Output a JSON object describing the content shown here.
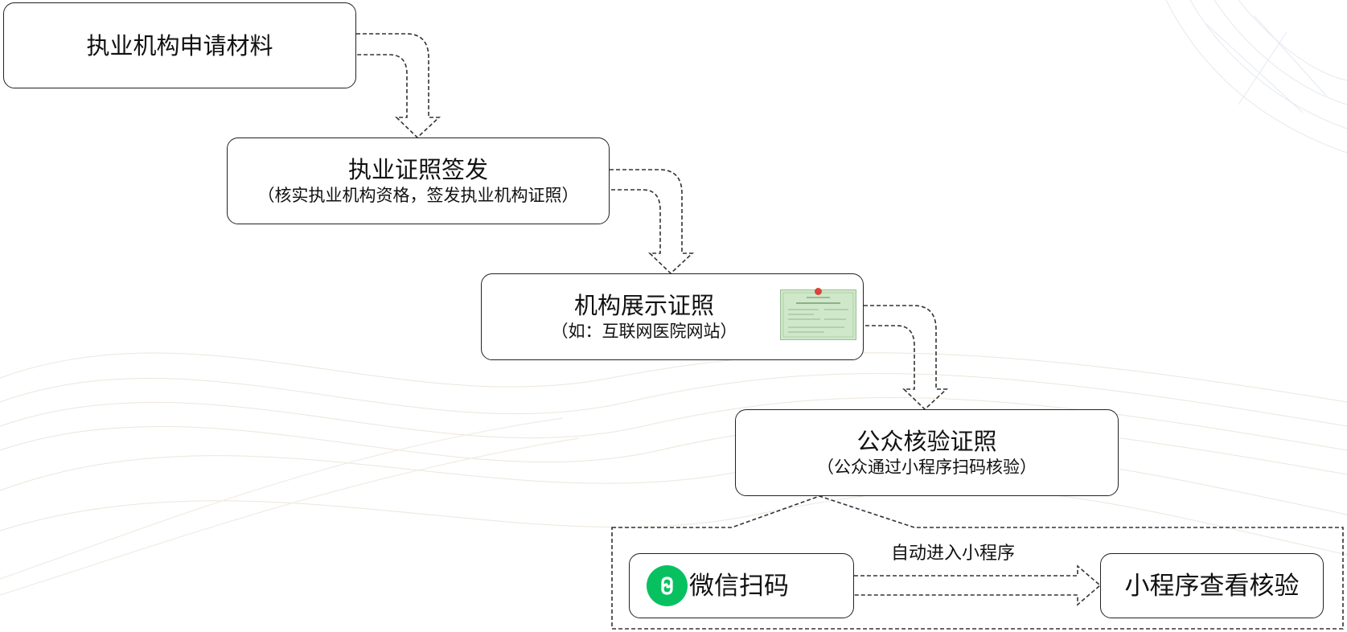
{
  "nodes": {
    "apply": {
      "title": "执业机构申请材料"
    },
    "issue": {
      "title": "执业证照签发",
      "subtitle": "（核实执业机构资格，签发执业机构证照）"
    },
    "display": {
      "title": "机构展示证照",
      "subtitle": "（如：互联网医院网站）"
    },
    "verify": {
      "title": "公众核验证照",
      "subtitle": "（公众通过小程序扫码核验）"
    },
    "scan": {
      "title": "微信扫码"
    },
    "view": {
      "title": "小程序查看核验"
    }
  },
  "edges": {
    "auto_enter": "自动进入小程序"
  },
  "icons": {
    "wechat": "wechat-mini-program-icon",
    "certificate": "license-certificate-image"
  },
  "colors": {
    "wechat_green": "#07c160",
    "border": "#222222",
    "dashed": "#333333",
    "certificate_green": "#cfe8c9"
  }
}
